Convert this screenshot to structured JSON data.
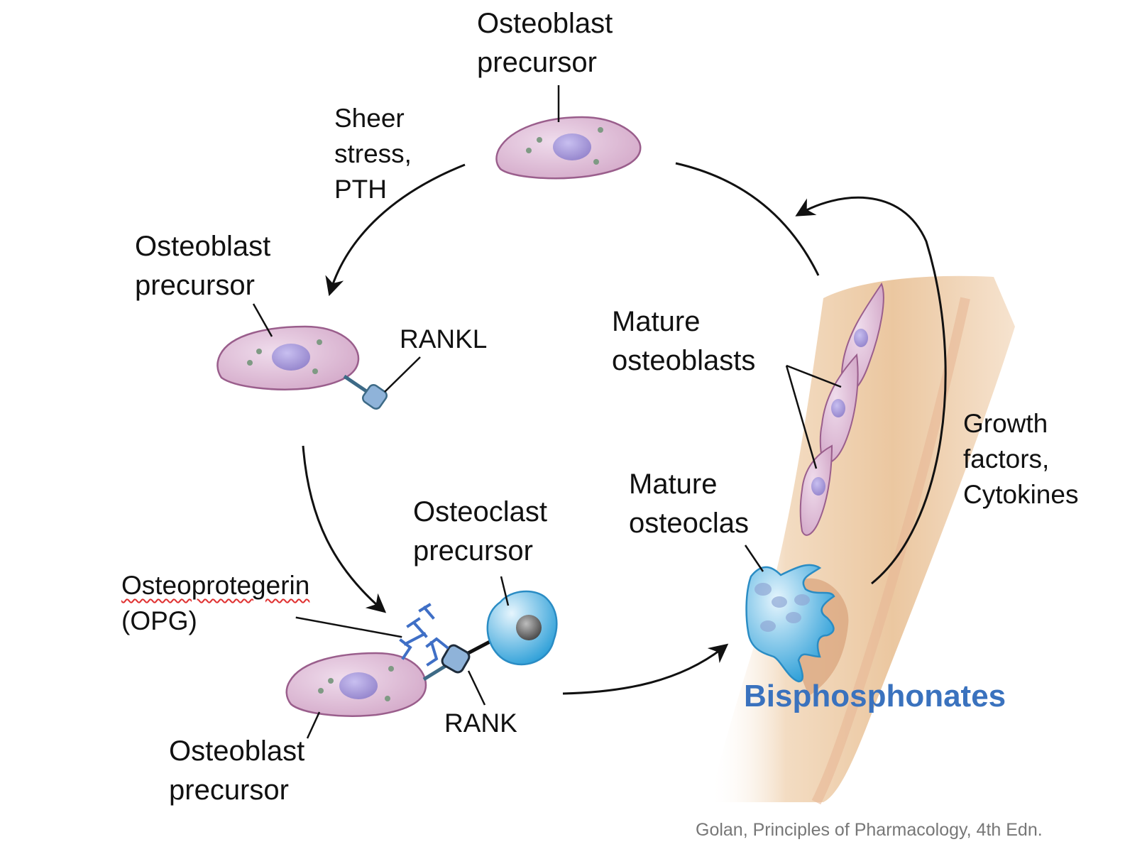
{
  "labels": {
    "top_precursor": "Osteoblast\nprecursor",
    "stimulus": "Sheer\nstress,\nPTH",
    "left_precursor": "Osteoblast\nprecursor",
    "rankl": "RANKL",
    "mature_osteoblasts": "Mature\nosteoblasts",
    "growth_factors": "Growth\nfactors,\nCytokines",
    "mature_osteoclast": "Mature\nosteoclas",
    "osteoclast_precursor": "Osteoclast\nprecursor",
    "opg_name": "Osteoprotegerin",
    "opg_abbr": "(OPG)",
    "rank": "RANK",
    "bottom_precursor": "Osteoblast\nprecursor"
  },
  "drug_label": "Bisphosphonates",
  "citation": "Golan, Principles of Pharmacology, 4th Edn.",
  "colors": {
    "osteoblast_fill": "#dcb8d4",
    "osteoblast_stroke": "#9a5e8c",
    "nucleus": "#a99ad8",
    "granule": "#7f9a84",
    "osteoclast_fill": "#6fbde6",
    "osteoclast_stroke": "#2a8cc4",
    "rank_node": "#8fb3d9",
    "opg": "#3f6fc6",
    "bone": "#ecc9a2",
    "drug_text": "#3a72be",
    "citation": "#777777"
  }
}
